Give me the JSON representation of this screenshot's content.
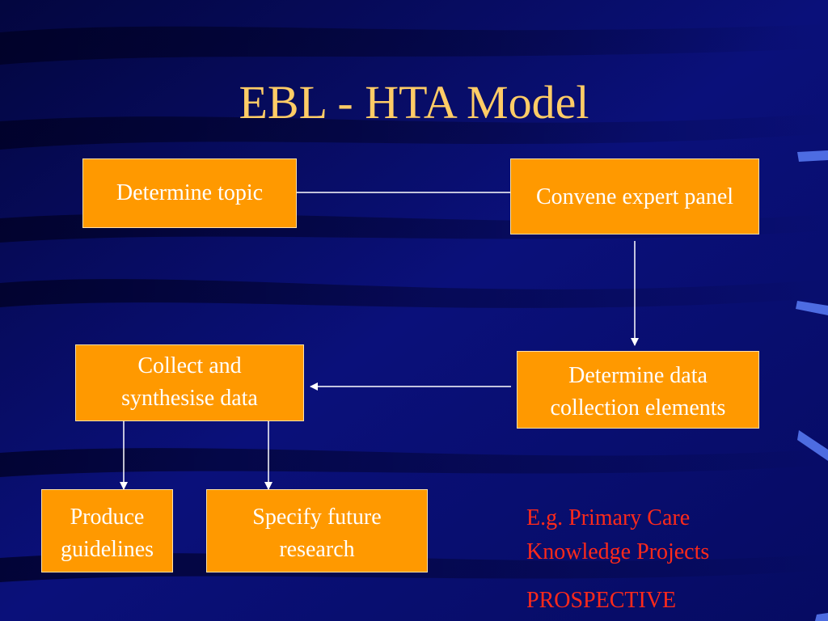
{
  "slide": {
    "title": "EBL - HTA Model",
    "colors": {
      "background": "#060a5c",
      "title": "#ffcc66",
      "box_fill": "#ff9900",
      "box_text": "#ffffff",
      "note_text": "#ff2a1a",
      "connector": "#ffffff"
    }
  },
  "boxes": {
    "determine_topic": "Determine topic",
    "convene_panel": "Convene expert panel",
    "collect": {
      "line1": "Collect and",
      "line2": "synthesise data"
    },
    "determine_data": {
      "line1": "Determine data",
      "line2": "collection elements"
    },
    "produce": {
      "line1": "Produce",
      "line2": "guidelines"
    },
    "specify": {
      "line1": "Specify future",
      "line2": "research"
    }
  },
  "note": {
    "line1": "E.g. Primary Care",
    "line2": "Knowledge Projects",
    "line3": "PROSPECTIVE"
  }
}
